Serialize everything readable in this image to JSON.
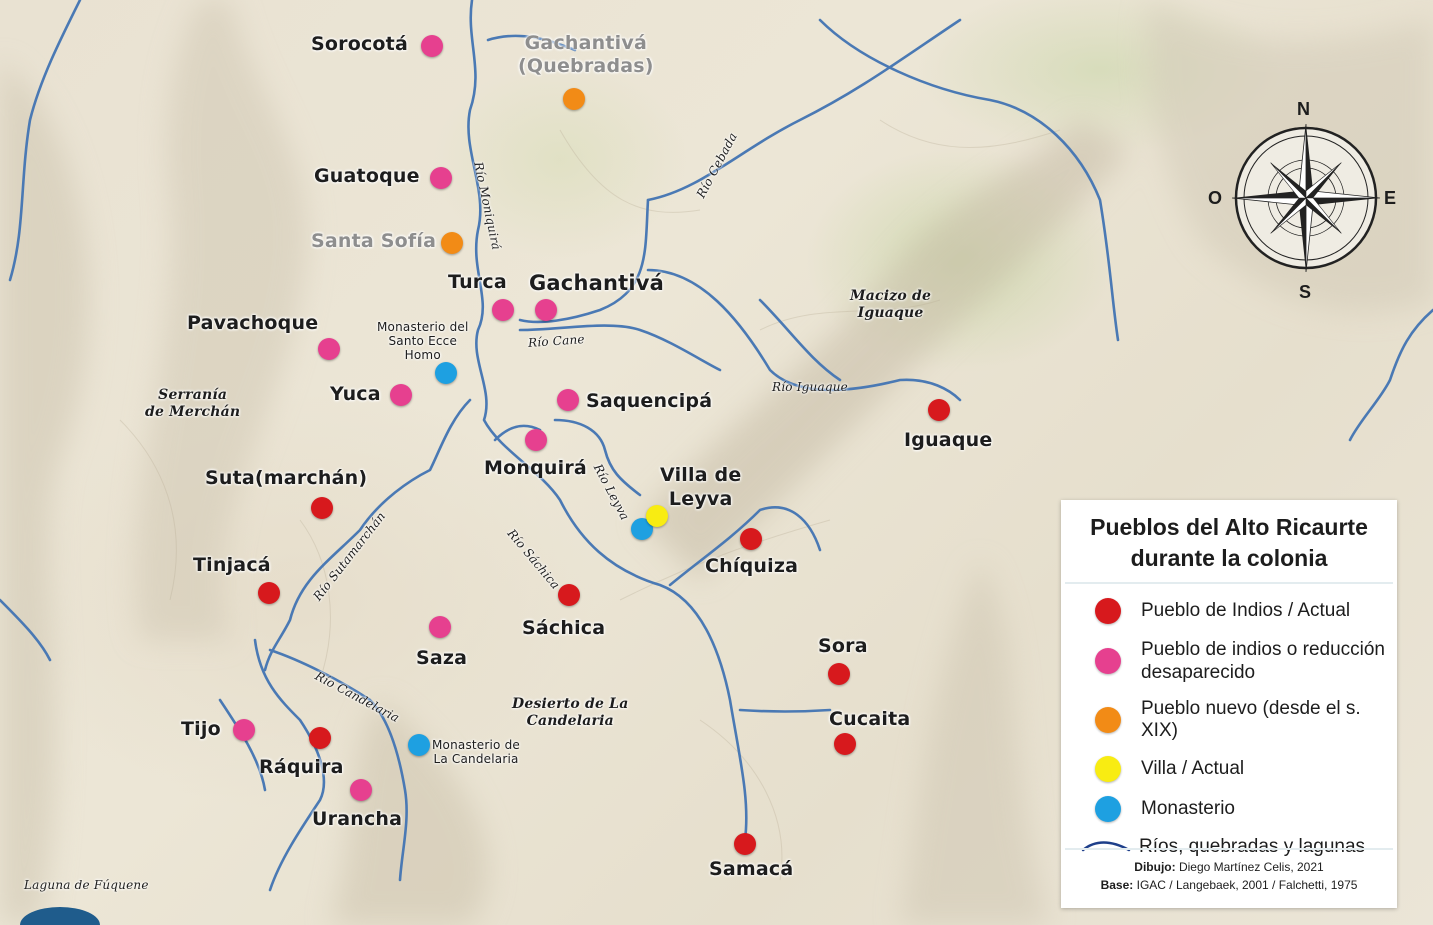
{
  "colors": {
    "indios_actual": "#d7191d",
    "desaparecido": "#e6408f",
    "nuevo": "#f28b16",
    "villa": "#f8ec12",
    "monasterio": "#1ea0e1",
    "river": "#4a79b4"
  },
  "places": [
    {
      "name": "Sorocotá",
      "type": "desaparecido"
    },
    {
      "name": "Gachantivá\n(Quebradas)",
      "type": "nuevo"
    },
    {
      "name": "Guatoque",
      "type": "desaparecido"
    },
    {
      "name": "Santa Sofía",
      "type": "nuevo"
    },
    {
      "name": "Turca",
      "type": "desaparecido"
    },
    {
      "name": "Gachantivá",
      "type": "desaparecido"
    },
    {
      "name": "Pavachoque",
      "type": "desaparecido"
    },
    {
      "name": "Monasterio del\nSanto Ecce\nHomo",
      "type": "monasterio"
    },
    {
      "name": "Yuca",
      "type": "desaparecido"
    },
    {
      "name": "Saquencipá",
      "type": "desaparecido"
    },
    {
      "name": "Monquirá",
      "type": "desaparecido"
    },
    {
      "name": "Villa de\nLeyva",
      "type": "villa"
    },
    {
      "name": "Iguaque",
      "type": "indios_actual"
    },
    {
      "name": "Suta(marchán)",
      "type": "indios_actual"
    },
    {
      "name": "Chíquiza",
      "type": "indios_actual"
    },
    {
      "name": "Tinjacá",
      "type": "indios_actual"
    },
    {
      "name": "Sáchica",
      "type": "indios_actual"
    },
    {
      "name": "Saza",
      "type": "desaparecido"
    },
    {
      "name": "Sora",
      "type": "indios_actual"
    },
    {
      "name": "Cucaita",
      "type": "indios_actual"
    },
    {
      "name": "Tijo",
      "type": "desaparecido"
    },
    {
      "name": "Ráquira",
      "type": "indios_actual"
    },
    {
      "name": "Monasterio de\nLa Candelaria",
      "type": "monasterio"
    },
    {
      "name": "Urancha",
      "type": "desaparecido"
    },
    {
      "name": "Samacá",
      "type": "indios_actual"
    }
  ],
  "regions": [
    "Serranía\nde Merchán",
    "Macizo de\nIguaque",
    "Desierto de La\nCandelaria"
  ],
  "rivers": [
    "Río Moniquirá",
    "Río Cebada",
    "Río Cane",
    "Río Iguaque",
    "Río Leyva",
    "Río Sáchica",
    "Río Sutamarchán",
    "Río Candelaria"
  ],
  "lake": "Laguna de Fúquene",
  "compass": {
    "n": "N",
    "s": "S",
    "e": "E",
    "w": "O"
  },
  "legend": {
    "title": "Pueblos del Alto Ricaurte\ndurante la colonia",
    "items": [
      {
        "label": "Pueblo de Indios / Actual",
        "type": "indios_actual"
      },
      {
        "label": "Pueblo de indios o reducción\ndesaparecido",
        "type": "desaparecido"
      },
      {
        "label": "Pueblo nuevo (desde el s. XIX)",
        "type": "nuevo"
      },
      {
        "label": "Villa / Actual",
        "type": "villa"
      },
      {
        "label": "Monasterio",
        "type": "monasterio"
      },
      {
        "label": "Ríos, quebradas y lagunas",
        "type": "river"
      }
    ],
    "credit_drawing_label": "Dibujo:",
    "credit_drawing": "Diego Martínez Celis, 2021",
    "credit_base_label": "Base:",
    "credit_base": "IGAC / Langebaek, 2001 / Falchetti, 1975"
  }
}
